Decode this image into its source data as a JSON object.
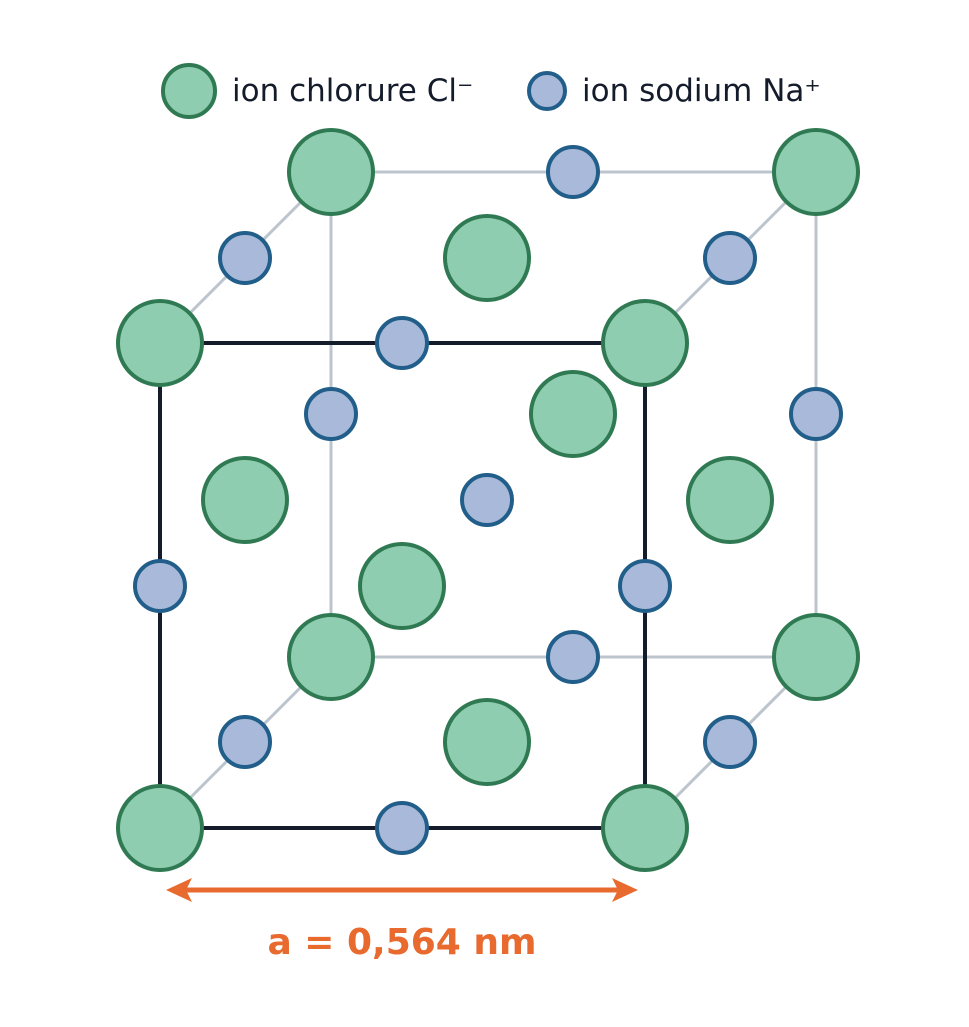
{
  "legend": {
    "chloride_label": "ion chlorure Cl⁻",
    "sodium_label": "ion sodium Na⁺"
  },
  "dimension": {
    "label": "a = 0,564 nm"
  },
  "colors": {
    "chloride_fill": "#8fcdb0",
    "chloride_stroke": "#2f7a53",
    "sodium_fill": "#a8b9d9",
    "sodium_stroke": "#215e8a",
    "front_edge": "#141b2b",
    "back_edge": "#bcc4ce",
    "dimension": "#e86a2e"
  }
}
